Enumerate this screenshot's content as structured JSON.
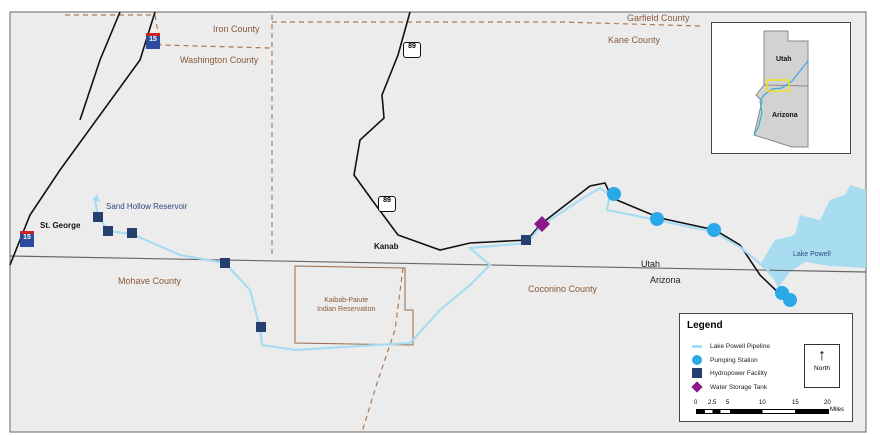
{
  "labels": {
    "iron": "Iron County",
    "washington": "Washington County",
    "garfield": "Garfield County",
    "kane": "Kane County",
    "st_george": "St. George",
    "sand_hollow": "Sand Hollow Reservoir",
    "kanab": "Kanab",
    "mohave": "Mohave County",
    "kaibab1": "Kaibab-Paiute",
    "kaibab2": "Indian Reservation",
    "coconino": "Coconino County",
    "utah": "Utah",
    "arizona": "Arizona",
    "lake_powell": "Lake Powell"
  },
  "highways": {
    "i15": "15",
    "us89": "89"
  },
  "legend": {
    "title": "Legend",
    "items": [
      {
        "label": "Lake Powell Pipeline",
        "color": "#a8dcf0"
      },
      {
        "label": "Pumping Station",
        "color": "#2aa8e8"
      },
      {
        "label": "Hydropower Facility",
        "color": "#25406e"
      },
      {
        "label": "Water Storage Tank",
        "color": "#8a1a8a"
      }
    ],
    "north": "North",
    "scale": [
      "0",
      "2.5",
      "5",
      "10",
      "15",
      "20"
    ],
    "scale_unit": "Miles"
  },
  "inset": {
    "utah": "Utah",
    "arizona": "Arizona"
  }
}
